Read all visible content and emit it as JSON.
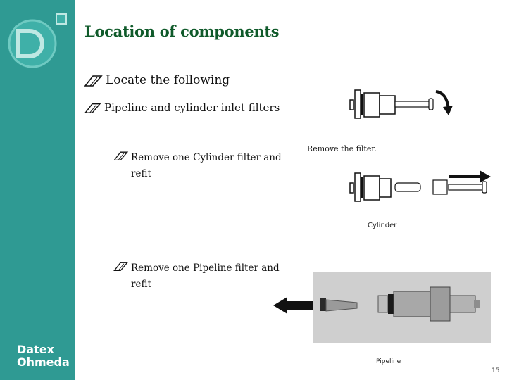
{
  "slide": {
    "title": "Location of components",
    "bullets": [
      {
        "text": "Locate the following"
      },
      {
        "text": "Pipeline and cylinder inlet filters"
      },
      {
        "text": "Remove one Cylinder filter and refit"
      },
      {
        "text": "Remove one Pipeline filter and refit"
      }
    ],
    "captions": {
      "remove_filter": "Remove the filter.",
      "cylinder": "Cylinder",
      "pipeline": "Pipeline"
    },
    "page_number": "15"
  },
  "branding": {
    "line1": "Datex",
    "line2": "Ohmeda",
    "logo_icon": "datex-d-logo-icon",
    "sidebar_color": "#2f9a93"
  },
  "colors": {
    "title": "#0f5a2a",
    "bullet_icon": "#111111"
  }
}
